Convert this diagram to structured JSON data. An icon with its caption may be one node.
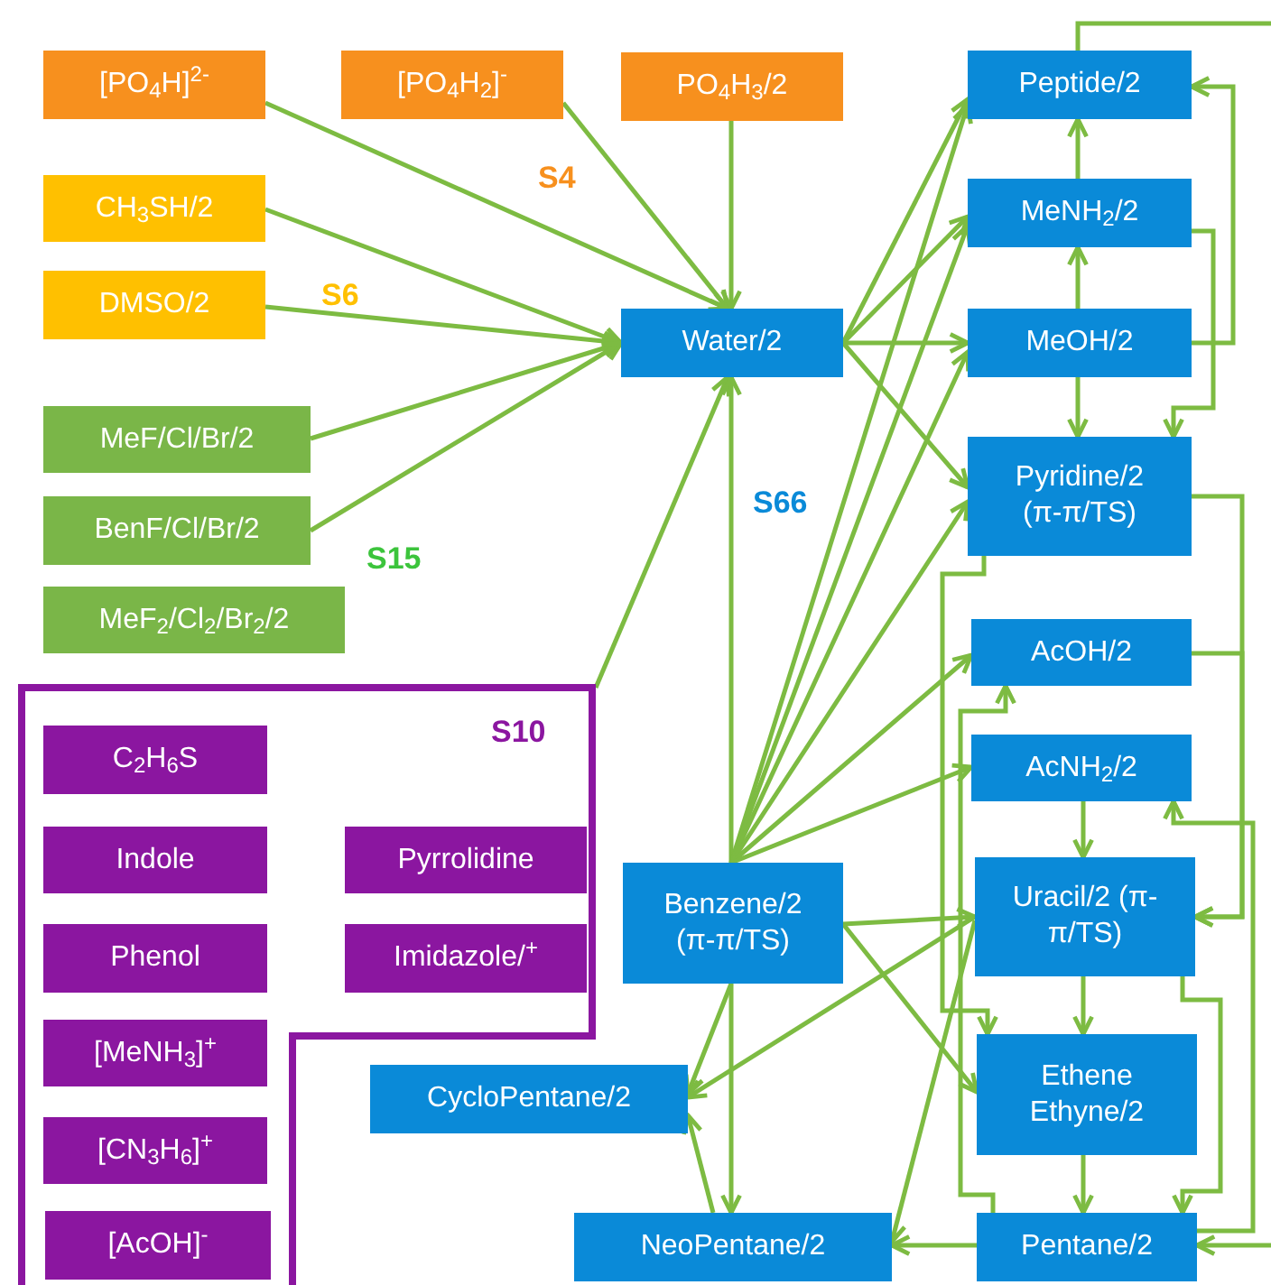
{
  "diagram": {
    "nodes": [
      {
        "text": [
          "[PO$_{4}$H]$^{2-}$"
        ]
      },
      {
        "text": [
          "[PO$_{4}$H$_{2}$]$^{-}$"
        ]
      },
      {
        "text": [
          "PO$_{4}$H$_{3}$/2"
        ]
      },
      {
        "text": [
          "CH$_{3}$SH/2"
        ]
      },
      {
        "text": [
          "DMSO/2"
        ]
      },
      {
        "text": [
          "MeF/Cl/Br/2"
        ]
      },
      {
        "text": [
          "BenF/Cl/Br/2"
        ]
      },
      {
        "text": [
          "MeF$_{2}$/Cl$_{2}$/Br$_{2}$/2"
        ]
      },
      {
        "text": [
          "Water/2"
        ]
      },
      {
        "text": [
          "Peptide/2"
        ]
      },
      {
        "text": [
          "MeNH$_{2}$/2"
        ]
      },
      {
        "text": [
          "MeOH/2"
        ]
      },
      {
        "text": [
          "Pyridine/2 (π-π/TS)"
        ]
      },
      {
        "text": [
          "AcOH/2"
        ]
      },
      {
        "text": [
          "AcNH$_{2}$/2"
        ]
      },
      {
        "text": [
          "Uracil/2 (π-π/TS)"
        ]
      },
      {
        "text": [
          "Ethene Ethyne/2"
        ]
      },
      {
        "text": [
          "Benzene/2 (π-π/TS)"
        ]
      },
      {
        "text": [
          "CycloPentane/2"
        ]
      },
      {
        "text": [
          "NeoPentane/2"
        ]
      },
      {
        "text": [
          "Pentane/2"
        ]
      },
      {
        "text": [
          "S10"
        ]
      },
      {
        "text": [
          "C$_{2}$H$_{6}$S"
        ],
        "in": 21
      },
      {
        "text": [
          "Indole"
        ],
        "in": 21
      },
      {
        "text": [
          "Pyrrolidine"
        ],
        "in": 21
      },
      {
        "text": [
          "Phenol"
        ],
        "in": 21
      },
      {
        "text": [
          "Imidazole/$^{+}$"
        ],
        "in": 21
      },
      {
        "text": [
          "[MeNH$_{3}$]$^{+}$"
        ],
        "in": 21
      },
      {
        "text": [
          "[CN$_{3}$H$_{6}$]$^{+}$"
        ],
        "in": 21
      },
      {
        "text": [
          "[AcOH]$^{-}$"
        ],
        "in": 21
      }
    ],
    "edges": [
      {
        "from": 0,
        "to": 8,
        "arrow": "to"
      },
      {
        "from": 1,
        "to": 8,
        "arrow": "to"
      },
      {
        "from": 2,
        "to": 8,
        "arrow": "to"
      },
      {
        "from": 3,
        "to": 8,
        "arrow": "to"
      },
      {
        "from": 4,
        "to": 8,
        "arrow": "to"
      },
      {
        "from": 5,
        "to": 8,
        "arrow": "to"
      },
      {
        "from": 6,
        "to": 8,
        "arrow": "to"
      },
      {
        "from": 21,
        "to": 8,
        "arrow": "to"
      },
      {
        "from": 17,
        "to": 8,
        "arrow": "to"
      },
      {
        "from": 8,
        "to": 9,
        "arrow": "to"
      },
      {
        "from": 8,
        "to": 10,
        "arrow": "to"
      },
      {
        "from": 8,
        "to": 11,
        "arrow": "to"
      },
      {
        "from": 8,
        "to": 12,
        "arrow": "to"
      },
      {
        "from": 17,
        "to": 9,
        "arrow": "to"
      },
      {
        "from": 17,
        "to": 10,
        "arrow": "to"
      },
      {
        "from": 17,
        "to": 11,
        "arrow": "to"
      },
      {
        "from": 17,
        "to": 12,
        "arrow": "to"
      },
      {
        "from": 17,
        "to": 13,
        "arrow": "to"
      },
      {
        "from": 17,
        "to": 14,
        "arrow": "to"
      },
      {
        "from": 17,
        "to": 15,
        "arrow": "to"
      },
      {
        "from": 17,
        "to": 16,
        "arrow": "to"
      },
      {
        "from": 17,
        "to": 18,
        "arrow": "to"
      },
      {
        "from": 17,
        "to": 19,
        "arrow": "to"
      },
      {
        "from": 15,
        "to": 18,
        "arrow": "to"
      },
      {
        "from": 15,
        "to": 19,
        "arrow": "to"
      },
      {
        "from": 19,
        "to": 18,
        "arrow": "to"
      },
      {
        "from": 10,
        "to": 9,
        "arrow": "to"
      },
      {
        "from": 11,
        "to": 10,
        "arrow": "to"
      },
      {
        "from": 11,
        "to": 12,
        "arrow": "to"
      },
      {
        "from": 10,
        "to": 12,
        "arrow": "to"
      },
      {
        "from": 11,
        "to": 9,
        "arrow": "to"
      },
      {
        "from": 9,
        "to": null,
        "arrow": "none"
      },
      {
        "from": 12,
        "to": 15,
        "arrow": "to"
      },
      {
        "from": 13,
        "to": 15,
        "arrow": "to"
      },
      {
        "from": 12,
        "to": 16,
        "arrow": "to"
      },
      {
        "from": 14,
        "to": 15,
        "arrow": "to"
      },
      {
        "from": 15,
        "to": 16,
        "arrow": "to"
      },
      {
        "from": 15,
        "to": 20,
        "arrow": "to"
      },
      {
        "from": 16,
        "to": 20,
        "arrow": "to"
      },
      {
        "from": 20,
        "to": 13,
        "arrow": "to"
      },
      {
        "from": 20,
        "to": 14,
        "arrow": "to"
      },
      {
        "from": 20,
        "to": 19,
        "arrow": "to"
      },
      {
        "from": null,
        "to": 20,
        "arrow": "to"
      }
    ],
    "labels": [
      "S4",
      "S6",
      "S15",
      "S66"
    ]
  }
}
